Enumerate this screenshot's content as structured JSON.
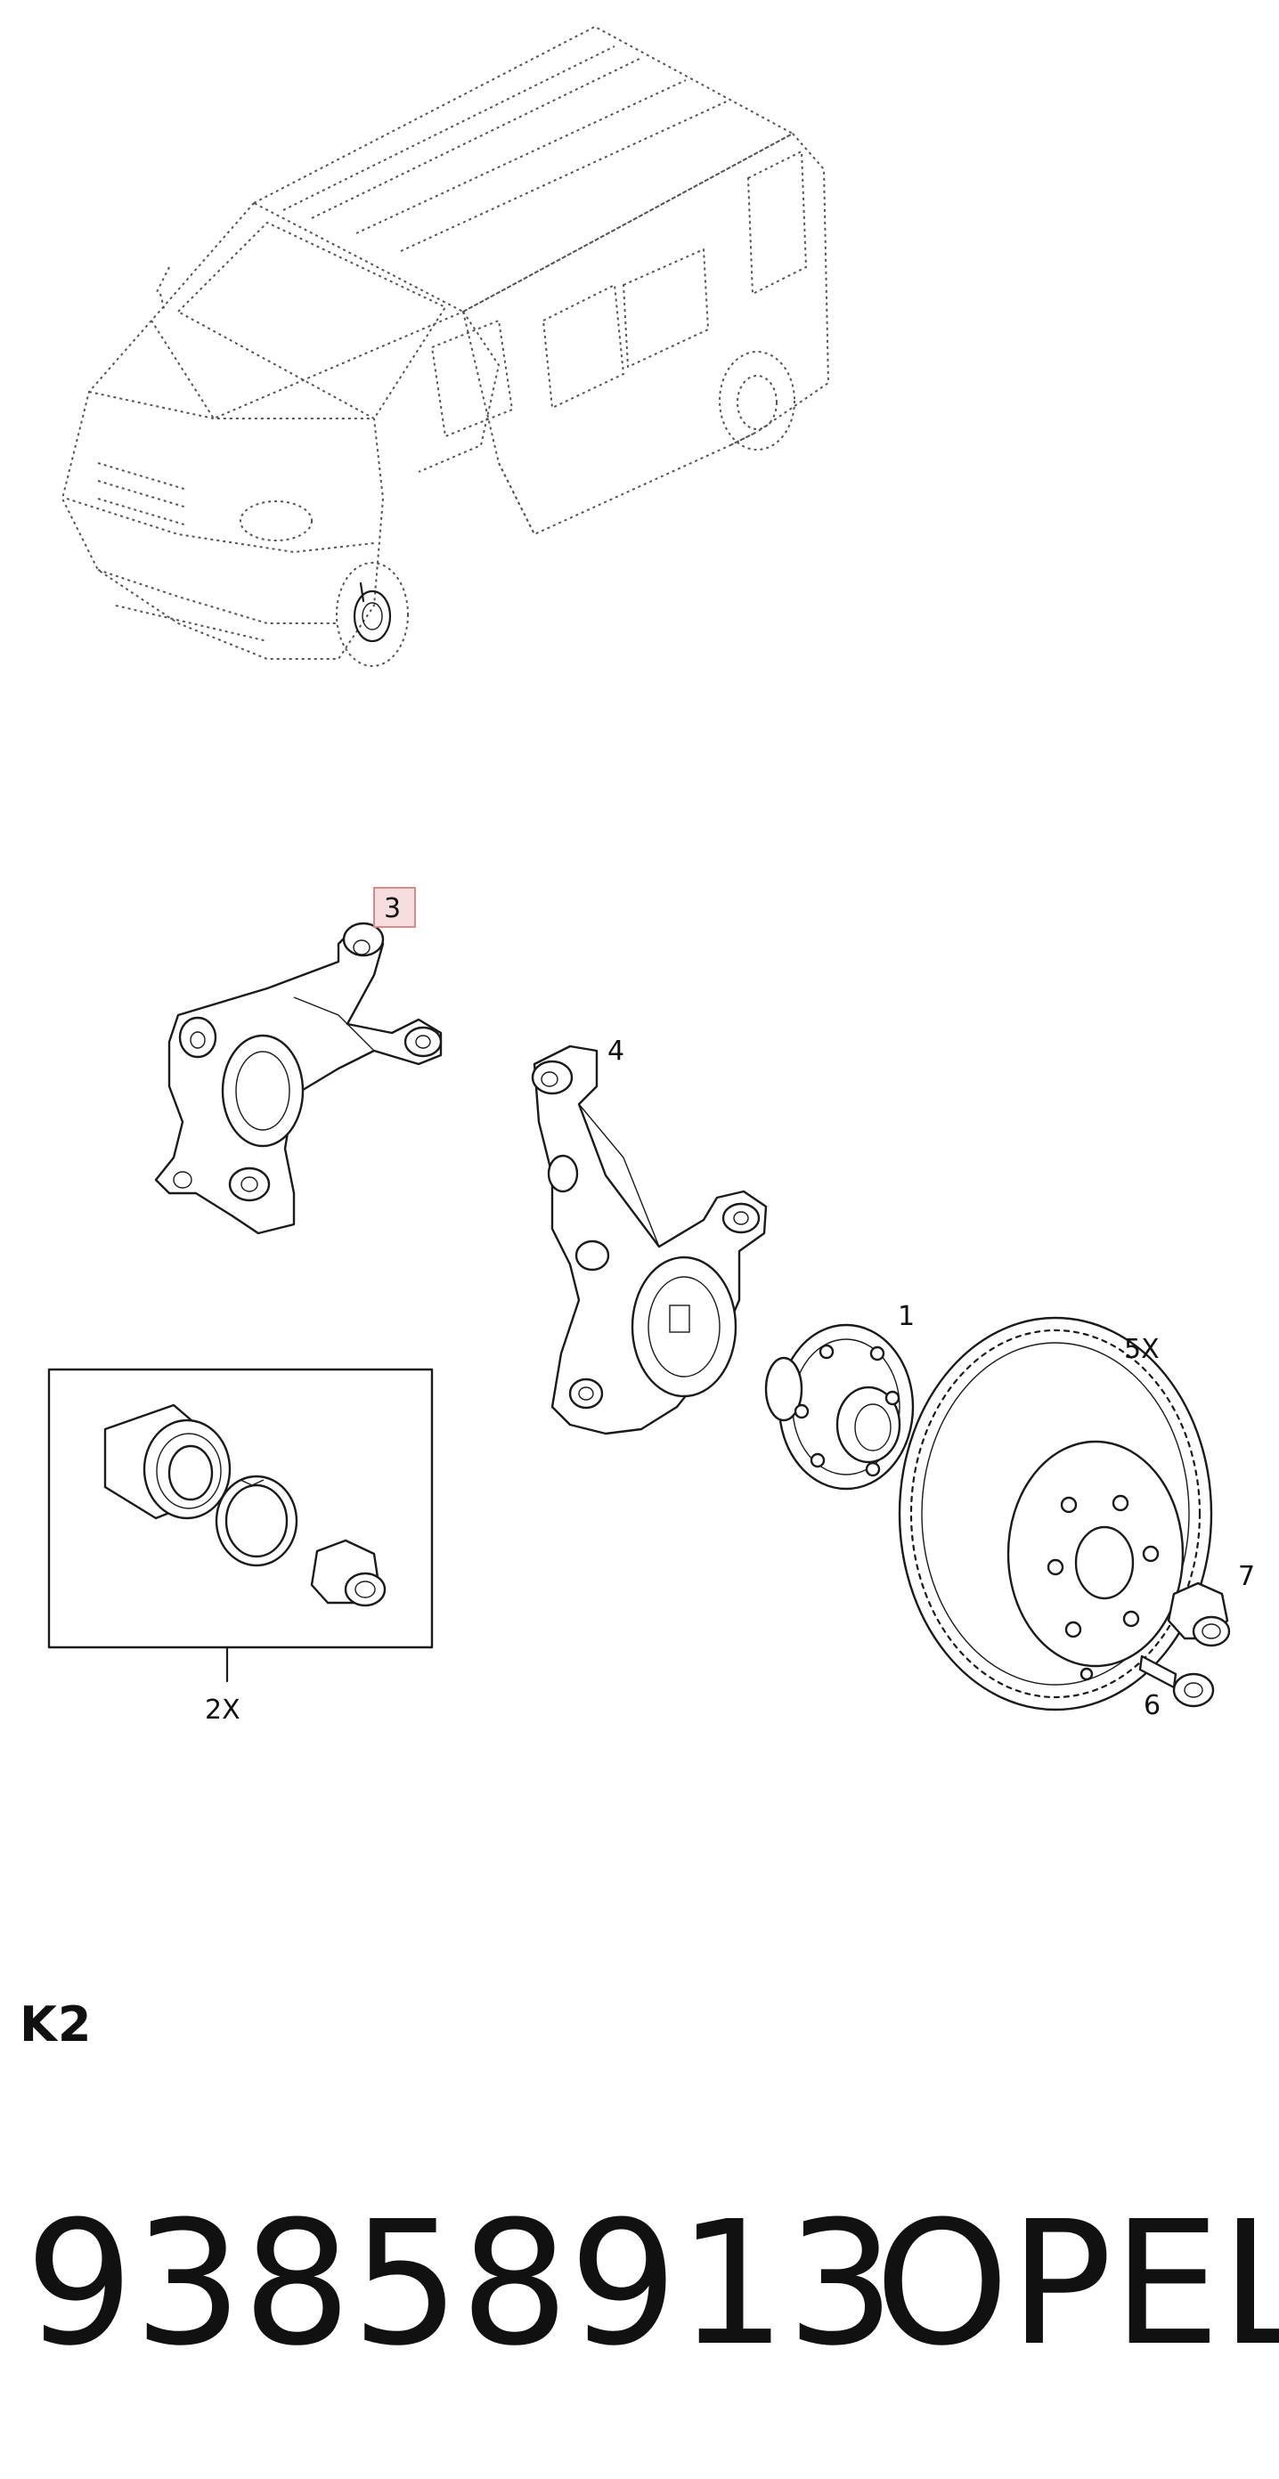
{
  "diagram": {
    "callouts": [
      {
        "id": "c1",
        "label": "1",
        "part": "wheel-hub"
      },
      {
        "id": "c2x",
        "label": "2X",
        "part": "wheel-bearing-kit"
      },
      {
        "id": "c3",
        "label": "3",
        "part": "steering-knuckle-left",
        "highlighted": true
      },
      {
        "id": "c4",
        "label": "4",
        "part": "steering-knuckle-right"
      },
      {
        "id": "c5x",
        "label": "5X",
        "part": "brake-disc"
      },
      {
        "id": "c6",
        "label": "6",
        "part": "screw"
      },
      {
        "id": "c7",
        "label": "7",
        "part": "nut"
      }
    ],
    "highlight_color": "#d98a8a"
  },
  "footer": {
    "section_code": "K2",
    "part_number": "93858913",
    "brand": "OPEL"
  }
}
